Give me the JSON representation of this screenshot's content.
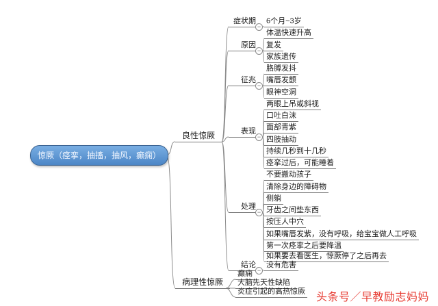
{
  "root": {
    "label": "惊厥（痉挛，抽搐，抽风，癫痫）"
  },
  "branches": {
    "benign": {
      "label": "良性惊厥"
    },
    "pathological": {
      "label": "病理性惊厥"
    }
  },
  "categories": {
    "symptom_period": {
      "label": "症状期"
    },
    "cause": {
      "label": "原因"
    },
    "signs": {
      "label": "征兆"
    },
    "manifestation": {
      "label": "表现"
    },
    "treatment": {
      "label": "处理"
    },
    "conclusion": {
      "label": "结论"
    }
  },
  "leaves": {
    "age": "6个月~3岁",
    "temp_rise": "体温快速升高",
    "recurrence": "复发",
    "family_history": "家族遗传",
    "arm_shaking": "胳膊发抖",
    "lip_trembling": "嘴唇发颤",
    "vacant_eyes": "眼神空洞",
    "eyes_rolling": "两眼上吊或斜视",
    "foaming": "口吐白沫",
    "face_cyanosis": "面部青紫",
    "limb_twitching": "四肢抽动",
    "duration": "持续几秒到十几秒",
    "sleep_after": "痉挛过后，可能睡着",
    "no_moving": "不要搬动孩子",
    "clear_obstacles": "清除身边的障碍物",
    "side_lying": "侧躺",
    "teeth_padding": "牙齿之间垫东西",
    "press_renzhong": "按压人中穴",
    "cpr": "如果嘴唇发紫，没有呼吸，给宝宝做人工呼吸",
    "cool_down": "第一次痉挛之后要降温",
    "doctor_after": "如果要去看医生，惊厥停了之后再去",
    "harmless": "没有危害",
    "epilepsy": "癫痫",
    "brain_defect": "大脑先天性缺陷",
    "fever_convulsion": "炎症引起的高热惊厥"
  },
  "icons": {
    "collapse_glyph": "−"
  },
  "watermark": "头条号／早教励志妈妈",
  "colors": {
    "root_fill_top": "#79aee3",
    "root_fill_bottom": "#4c86c6",
    "root_border": "#39618f",
    "line": "#8c8c8c",
    "watermark_red": "#e73c33"
  }
}
